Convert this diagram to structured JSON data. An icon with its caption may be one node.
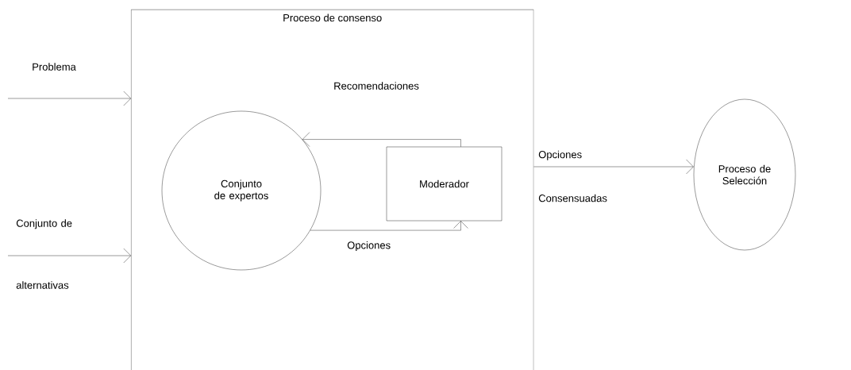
{
  "diagram": {
    "nodes": [
      {
        "text": [
          "Proceso de consenso"
        ]
      },
      {
        "text": [
          "Conjunto de expertos"
        ],
        "in": 0
      },
      {
        "text": [
          "Moderador"
        ],
        "in": 0
      },
      {
        "text": [
          "Proceso de Selección"
        ]
      }
    ],
    "edges": [
      {
        "from": null,
        "to": 0,
        "arrow": "to",
        "label": "Problema"
      },
      {
        "from": null,
        "to": 0,
        "arrow": "to",
        "label": "Conjunto de alternativas"
      },
      {
        "from": 2,
        "to": 1,
        "arrow": "to",
        "label": "Recomendaciones"
      },
      {
        "from": 1,
        "to": 2,
        "arrow": "to",
        "label": "Opciones"
      },
      {
        "from": 0,
        "to": 3,
        "arrow": "to",
        "label": "Opciones Consensuadas"
      }
    ]
  }
}
